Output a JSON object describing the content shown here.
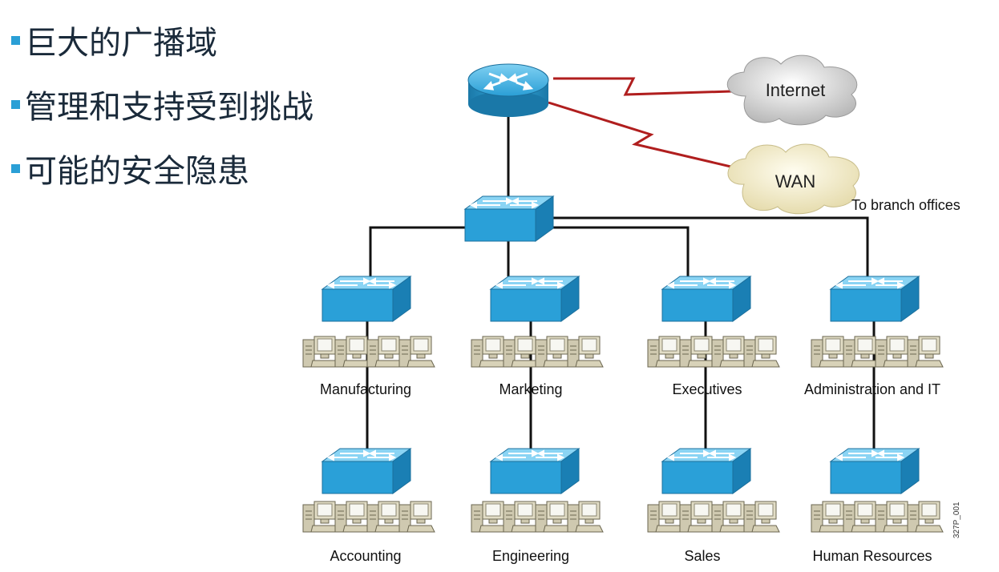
{
  "bullets": [
    "巨大的广播域",
    "管理和支持受到挑战",
    "可能的安全隐患"
  ],
  "clouds": {
    "internet": "Internet",
    "wan": "WAN"
  },
  "branch_label": "To branch offices",
  "departments": {
    "manufacturing": "Manufacturing",
    "marketing": "Marketing",
    "executives": "Executives",
    "administration": "Administration and IT",
    "accounting": "Accounting",
    "engineering": "Engineering",
    "sales": "Sales",
    "hr": "Human Resources"
  },
  "figure_code": "327P_001",
  "colors": {
    "switch": "#2aa0d8",
    "serial_link": "#b01e1e",
    "bullet": "#2a9fd6"
  }
}
